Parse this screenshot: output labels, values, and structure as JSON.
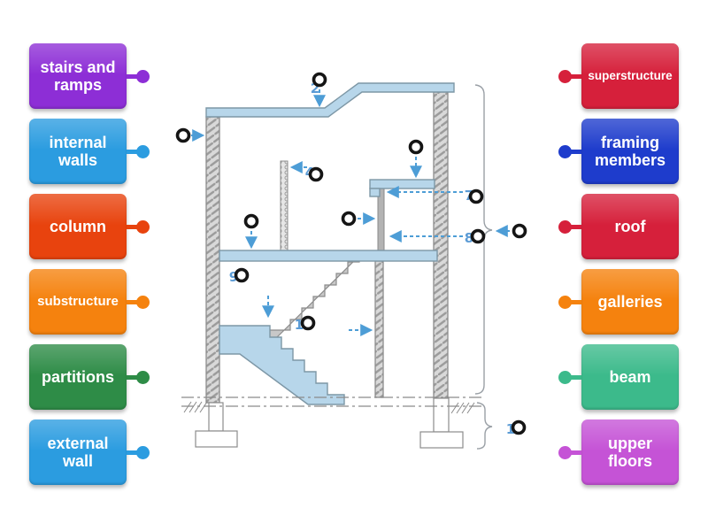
{
  "left_labels": [
    {
      "label": "stairs and ramps",
      "color": "#8d2ed6"
    },
    {
      "label": "internal walls",
      "color": "#2b9ce0"
    },
    {
      "label": "column",
      "color": "#e8430e"
    },
    {
      "label": "substructure",
      "color": "#f5820e"
    },
    {
      "label": "partitions",
      "color": "#2e8c47"
    },
    {
      "label": "external wall",
      "color": "#2b9ce0"
    }
  ],
  "right_labels": [
    {
      "label": "superstructure",
      "color": "#d6203b"
    },
    {
      "label": "framing members",
      "color": "#1e3ccc"
    },
    {
      "label": "roof",
      "color": "#d6203b"
    },
    {
      "label": "galleries",
      "color": "#f5820e"
    },
    {
      "label": "beam",
      "color": "#3cba8b"
    },
    {
      "label": "upper floors",
      "color": "#c553d6"
    }
  ],
  "diagram": {
    "numbers": {
      "roof": "2",
      "partition": "4",
      "gallery_edge": "7",
      "column": "8",
      "under_floor": "9",
      "stair": "1",
      "footing": "1"
    },
    "colors": {
      "slab": "#b7d6ea",
      "slabstroke": "#7d97a6",
      "stair": "#c8c8c8",
      "wallstroke": "#8c8c8c",
      "arrow": "#4d9dd6",
      "number": "#5b9bd5",
      "ring": "#151515",
      "brace": "#9aa0a6",
      "ground": "#8a8a8a"
    }
  }
}
